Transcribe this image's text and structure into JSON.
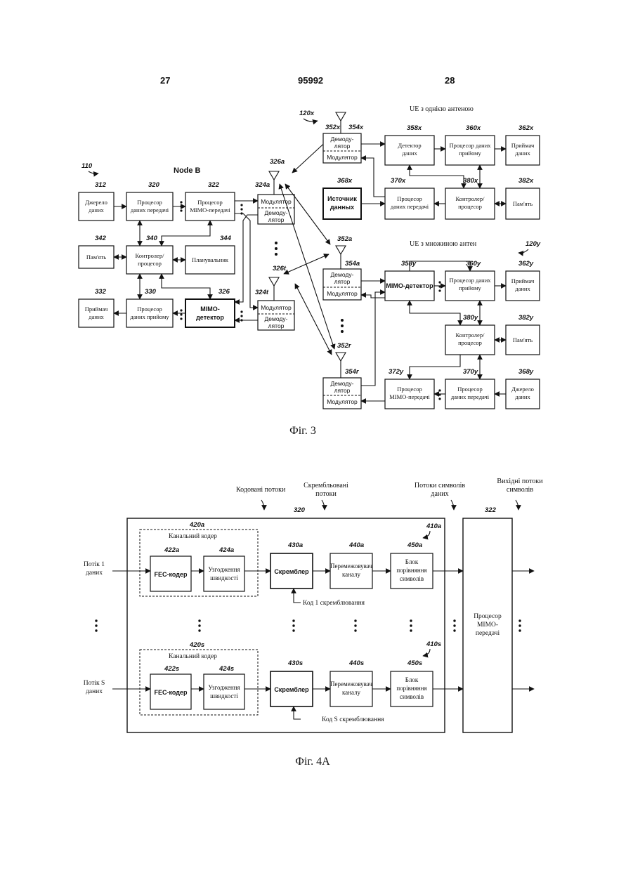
{
  "header": {
    "page_left": "27",
    "patent_no": "95992",
    "page_right": "28"
  },
  "fig3": {
    "caption": "Фіг. 3",
    "ref_110": "110",
    "node_b": "Node B",
    "ref_312": "312",
    "data_source": [
      "Джерело",
      "даних"
    ],
    "ref_320": "320",
    "tx_data_proc": [
      "Процесор",
      "даних передачі"
    ],
    "ref_322": "322",
    "tx_mimo_proc": [
      "Процесор",
      "MIMO-передачі"
    ],
    "ref_342": "342",
    "memory": "Пам'ять",
    "ref_340": "340",
    "controller": [
      "Контролер/",
      "процесор"
    ],
    "ref_344": "344",
    "scheduler": "Планувальник",
    "ref_332": "332",
    "data_sink": [
      "Приймач",
      "даних"
    ],
    "ref_330": "330",
    "rx_data_proc": [
      "Процесор",
      "даних прийому"
    ],
    "ref_326": "326",
    "mimo_detector": [
      "MIMO-",
      "детектор"
    ],
    "ref_324a": "324a",
    "ref_324t": "324t",
    "modulator": "Модулятор",
    "demodulator": [
      "Демоду-",
      "лятор"
    ],
    "ref_326a": "326a",
    "ref_326t": "326t",
    "ue_single_title": "UE з однією антеною",
    "ref_120x": "120x",
    "ref_352x": "352x",
    "ref_354x": "354x",
    "ref_358x": "358x",
    "data_detector": [
      "Детектор",
      "даних"
    ],
    "ref_360x": "360x",
    "rx_data_proc_ue": [
      "Процесор даних",
      "прийому"
    ],
    "ref_362x": "362x",
    "ref_368x": "368x",
    "data_source_bold": [
      "Источник",
      "данных"
    ],
    "ref_370x": "370x",
    "ref_380x": "380x",
    "ref_382x": "382x",
    "ue_multi_title": "UE з множиною антен",
    "ref_120y": "120y",
    "ref_352a": "352a",
    "ref_354a": "354a",
    "ref_358y": "358y",
    "mimo_detector_one": "MIMO-детектор",
    "ref_360y": "360y",
    "ref_362y": "362y",
    "ref_380y": "380y",
    "ref_382y": "382y",
    "ref_352r": "352r",
    "ref_354r": "354r",
    "ref_372y": "372y",
    "ref_370y": "370y",
    "ref_368y": "368y"
  },
  "fig4a": {
    "caption": "Фіг. 4А",
    "col_coded": "Кодовані потоки",
    "col_scrambled": [
      "Скрембльовані",
      "потоки"
    ],
    "col_symbols": [
      "Потоки символів",
      "даних"
    ],
    "col_output": [
      "Вихідні потоки",
      "символів"
    ],
    "ref_320": "320",
    "ref_322": "322",
    "ref_420a": "420a",
    "channel_coder": "Канальний кодер",
    "ref_410a": "410a",
    "ref_422a": "422a",
    "fec_coder": "FEC-кодер",
    "ref_424a": "424a",
    "rate_match": [
      "Узгодження",
      "швидкості"
    ],
    "ref_430a": "430a",
    "scrambler": "Скремблер",
    "ref_440a": "440a",
    "interleaver": [
      "Перемежовувач",
      "каналу"
    ],
    "ref_450a": "450a",
    "symbol_mapper": [
      "Блок",
      "порівняння",
      "символів"
    ],
    "stream_1": [
      "Потік 1",
      "даних"
    ],
    "scramble_code_1": "Код 1 скремблювання",
    "mimo_tx": [
      "Процесор",
      "MIMO-",
      "передачі"
    ],
    "ref_420s": "420s",
    "ref_410s": "410s",
    "ref_422s": "422s",
    "ref_424s": "424s",
    "ref_430s": "430s",
    "ref_440s": "440s",
    "ref_450s": "450s",
    "stream_s": [
      "Потік S",
      "даних"
    ],
    "scramble_code_s": "Код S скремблювання"
  }
}
